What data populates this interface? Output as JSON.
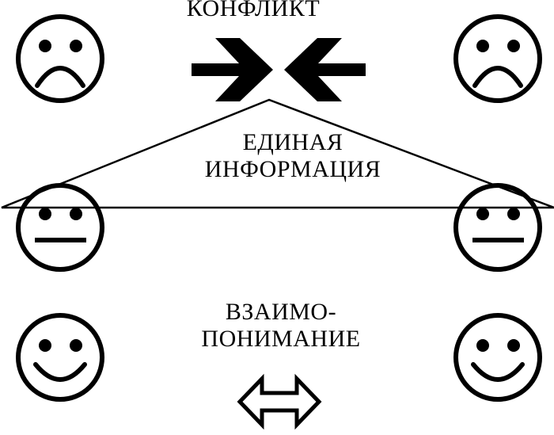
{
  "labels": {
    "conflict": "КОНФЛИКТ",
    "info_line1": "ЕДИНАЯ",
    "info_line2": "ИНФОРМАЦИЯ",
    "mutual_line1": "ВЗАИМО-",
    "mutual_line2": "ПОНИМАНИЕ"
  },
  "faces": [
    {
      "row": "top",
      "expression": "sad"
    },
    {
      "row": "middle",
      "expression": "neutral"
    },
    {
      "row": "bottom",
      "expression": "happy"
    }
  ],
  "arrows": {
    "top": "converging-arrows",
    "bottom": "double-headed-hollow-arrow"
  },
  "colors": {
    "stroke": "#000000",
    "background": "#ffffff"
  }
}
